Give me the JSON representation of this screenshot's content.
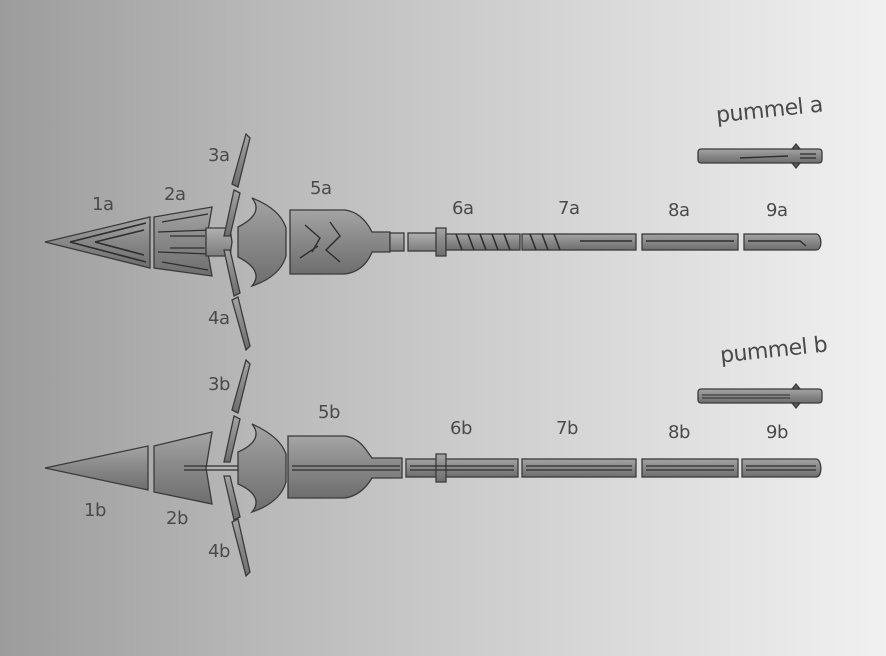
{
  "labels": {
    "l1a": "1a",
    "l2a": "2a",
    "l3a": "3a",
    "l4a": "4a",
    "l5a": "5a",
    "l6a": "6a",
    "l7a": "7a",
    "l8a": "8a",
    "l9a": "9a",
    "pummel_a": "pummel a",
    "l1b": "1b",
    "l2b": "2b",
    "l3b": "3b",
    "l4b": "4b",
    "l5b": "5b",
    "l6b": "6b",
    "l7b": "7b",
    "l8b": "8b",
    "l9b": "9b",
    "pummel_b": "pummel b"
  }
}
